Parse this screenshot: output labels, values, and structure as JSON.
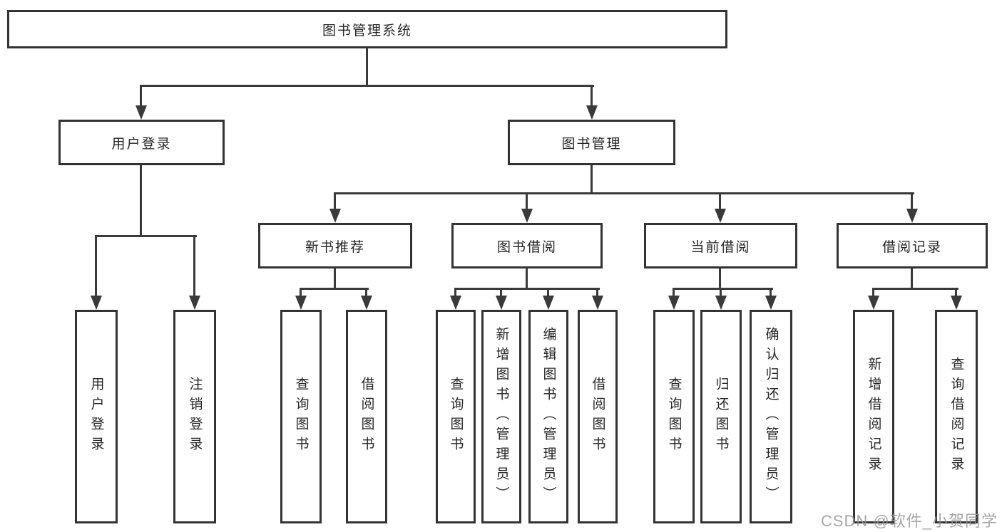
{
  "diagram": {
    "title": "图书管理系统",
    "level2": [
      {
        "label": "用户登录",
        "children": [
          "用户登录",
          "注销登录"
        ]
      },
      {
        "label": "图书管理",
        "groups": [
          {
            "label": "新书推荐",
            "children": [
              "查询图书",
              "借阅图书"
            ]
          },
          {
            "label": "图书借阅",
            "children": [
              "查询图书",
              "新增图书（管理员）",
              "编辑图书（管理员）",
              "借阅图书"
            ]
          },
          {
            "label": "当前借阅",
            "children": [
              "查询图书",
              "归还图书",
              "确认归还（管理员）"
            ]
          },
          {
            "label": "借阅记录",
            "children": [
              "新增借阅记录",
              "查询借阅记录"
            ]
          }
        ]
      }
    ]
  },
  "watermark": {
    "text": "CSDN @软件_小贺同学"
  },
  "colors": {
    "line": "#3a3a3a",
    "border": "#333333",
    "text": "#262626",
    "background": "#ffffff",
    "watermark": "#969696"
  }
}
